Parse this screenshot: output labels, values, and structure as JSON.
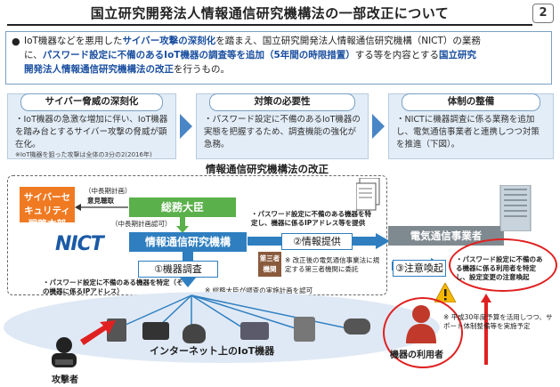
{
  "header": {
    "title": "国立研究開発法人情報通信研究機構法の一部改正について",
    "page_number": "2"
  },
  "summary": {
    "bullet": "●",
    "line1_a": "IoT機器などを悪用した",
    "line1_b": "サイバー攻撃の深刻化",
    "line1_c": "を踏まえ、国立研究開発法人情報通信研究機構（NICT）の業務",
    "line2_a": "に、",
    "line2_b": "パスワード設定に不備のあるIoT機器の調査等を追加（5年間の時限措置）",
    "line2_c": "する等を内容とする",
    "line2_d": "国立研究",
    "line3_a": "開発法人情報通信研究機構法の改正",
    "line3_b": "を行うもの。"
  },
  "boxes": [
    {
      "heading": "サイバー脅威の深刻化",
      "text": "・IoT機器の急激な増加に伴い、IoT機器を踏み台とするサイバー攻撃の脅威が顕在化。",
      "note": "※IoT機器を狙った攻撃は全体の3分の2(2016年)"
    },
    {
      "heading": "対策の必要性",
      "text": "・パスワード設定に不備のあるIoT機器の実態を把握するため、調査機能の強化が急務。",
      "note": ""
    },
    {
      "heading": "体制の整備",
      "text": "・NICTに機器調査に係る業務を追加し、電気通信事業者と連携しつつ対策を推進（下図）。",
      "note": ""
    }
  ],
  "diagram": {
    "section_title": "情報通信研究機構法の改正",
    "cyber_hq": "サイバーセキュリティ戦略本部",
    "plan_label": "（中長期計画）",
    "opinion_label": "意見聴取",
    "mic": "総務大臣",
    "plan_approval": "（中長期計画認可）",
    "nict_logo": "NICT",
    "nict_box": "情報通信研究機構",
    "step1": "①機器調査",
    "step2": "②情報提供",
    "step3": "③注意喚起",
    "info_note": "・パスワード設定に不備のある機器を特定し、機器に係るIPアドレス等を提供",
    "step1_note": "・パスワード設定に不備のある機器を特定（その機器に係るIPアドレス）",
    "third_party": "第三者機関",
    "third_note": "※ 改正後の電気通信事業法に規定する第三者機関に委託",
    "minister_note": "※ 総務大臣が調査の実施計画を認可",
    "carrier": "電気通信事業者",
    "caution_note": "・パスワード設定に不備のある機器に係る利用者を特定し、設定変更の注意喚起",
    "iot_label": "インターネット上のIoT機器",
    "attacker": "攻撃者",
    "user": "機器の利用者",
    "budget_note": "※ 平成30年度予算を活用しつつ、サポート体制整備等を実施予定"
  },
  "colors": {
    "accent_blue": "#2f7fc0",
    "green": "#5ab04a",
    "orange": "#f07a22",
    "red": "#e02020",
    "highlight_blue": "#1a4fa0"
  }
}
